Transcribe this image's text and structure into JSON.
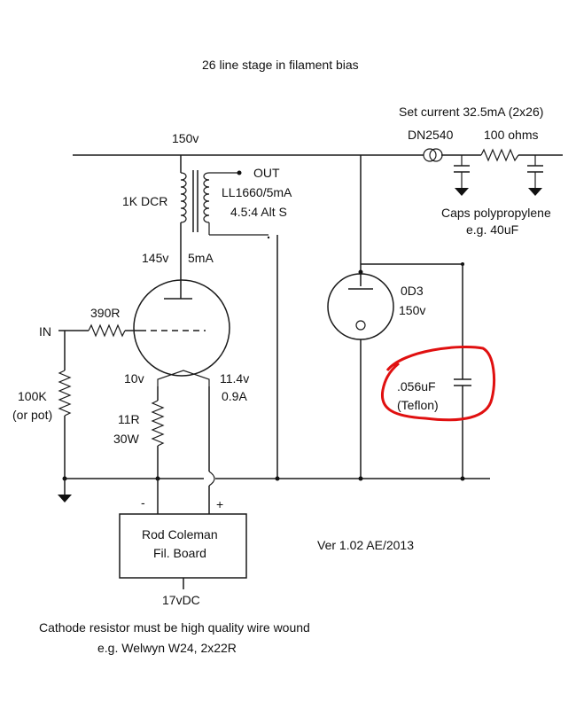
{
  "title": "26 line stage in filament bias",
  "supply": {
    "voltage": "150v",
    "set_current": "Set current 32.5mA (2x26)",
    "ccs": "DN2540",
    "resistor": "100 ohms",
    "caps_line1": "Caps polypropylene",
    "caps_line2": "e.g. 40uF"
  },
  "transformer": {
    "out": "OUT",
    "model": "LL1660/5mA",
    "ratio": "4.5:4 Alt S",
    "dcr": "1K DCR"
  },
  "tube": {
    "plate_voltage": "145v",
    "plate_current": "5mA",
    "fil_neg_voltage": "10v",
    "fil_pos_voltage": "11.4v",
    "fil_current": "0.9A"
  },
  "input": {
    "label": "IN",
    "grid_stopper": "390R",
    "grid_leak_1": "100K",
    "grid_leak_2": "(or pot)"
  },
  "cathode": {
    "resistor_1": "11R",
    "resistor_2": "30W"
  },
  "regulator": {
    "name": "0D3",
    "voltage": "150v"
  },
  "bypass_cap": {
    "value": ".056uF",
    "type": "(Teflon)",
    "highlight_color": "#e01010"
  },
  "fil_board": {
    "line1": "Rod Coleman",
    "line2": "Fil. Board",
    "minus": "-",
    "plus": "+",
    "supply": "17vDC"
  },
  "version": "Ver 1.02  AE/2013",
  "note": {
    "line1": "Cathode resistor must be high quality wire wound",
    "line2": "e.g. Welwyn W24, 2x22R"
  }
}
